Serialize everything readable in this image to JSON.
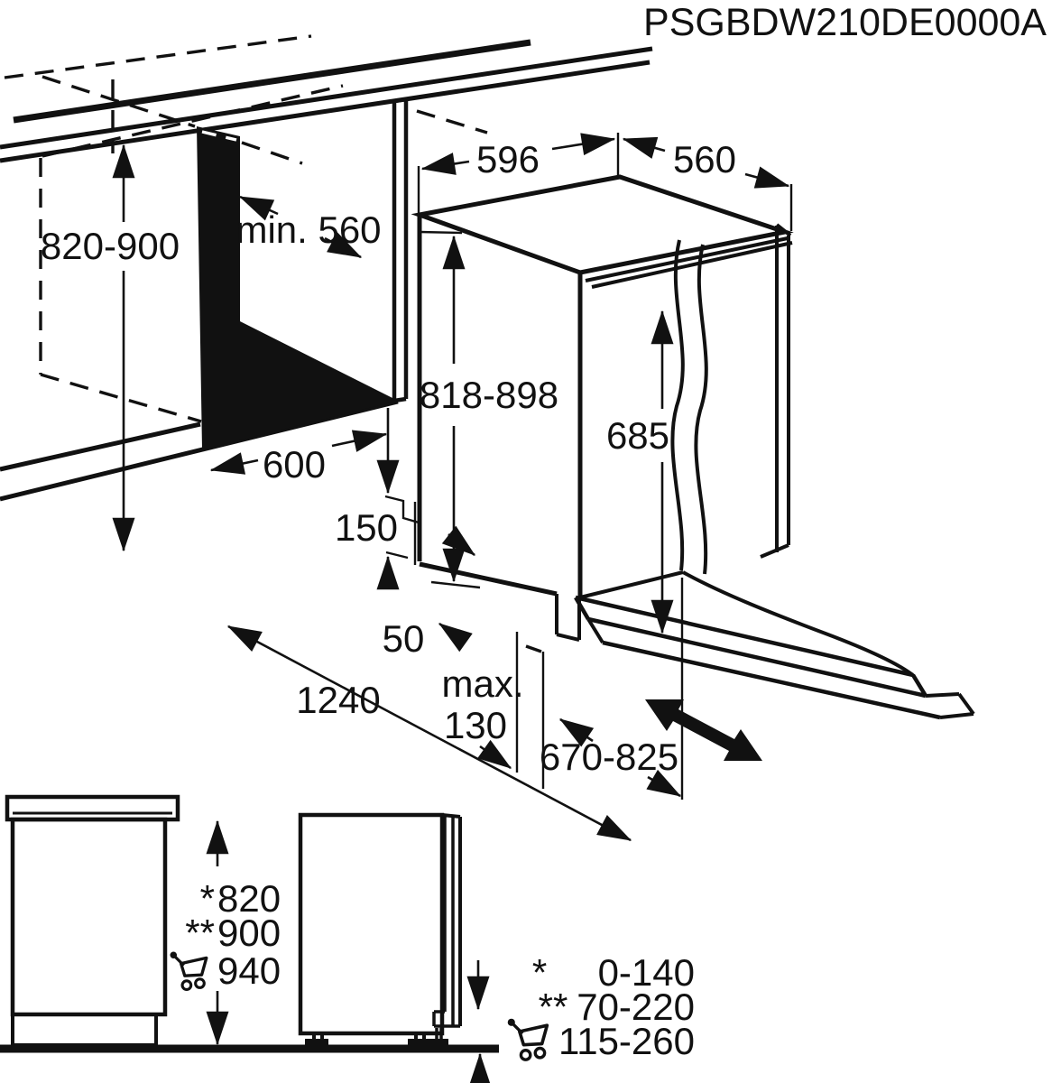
{
  "title": "PSGBDW210DE0000A",
  "colors": {
    "line": "#111111",
    "background": "#ffffff"
  },
  "installation_view": {
    "niche_height": "820-900",
    "niche_depth": "min. 560",
    "niche_width": "600",
    "appliance_width": "596",
    "appliance_depth": "560",
    "appliance_height": "818-898",
    "door_panel_height": "685",
    "plinth_height": "150",
    "side_clearance": "50",
    "front_clearance": "1240",
    "plinth_recess_max_label": "max.",
    "plinth_recess_max_value": "130",
    "plinth_adjustment_range": "670-825"
  },
  "height_variants": {
    "rows": [
      {
        "marker": "*",
        "value": "820"
      },
      {
        "marker": "**",
        "value": "900"
      },
      {
        "marker": "cart-icon",
        "value": "940"
      }
    ]
  },
  "plinth_gap_legend": {
    "rows": [
      {
        "marker": "*",
        "value": "0-140"
      },
      {
        "marker": "**",
        "value": "70-220"
      },
      {
        "marker": "cart-icon",
        "value": "115-260"
      }
    ]
  }
}
